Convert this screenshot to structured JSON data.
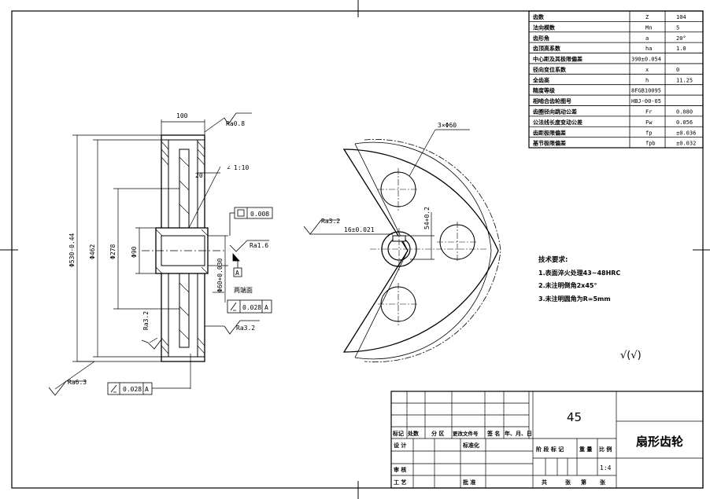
{
  "params": [
    {
      "name": "齿数",
      "sym": "Z",
      "val": "104"
    },
    {
      "name": "法向模数",
      "sym": "Mn",
      "val": "5"
    },
    {
      "name": "齿形角",
      "sym": "a",
      "val": "20°"
    },
    {
      "name": "齿顶高系数",
      "sym": "ha",
      "val": "1.0"
    },
    {
      "name": "中心距及其极限偏差",
      "sym": "390±0.054",
      "val": ""
    },
    {
      "name": "径向变位系数",
      "sym": "x",
      "val": "0"
    },
    {
      "name": "全齿高",
      "sym": "h",
      "val": "11.25"
    },
    {
      "name": "精度等级",
      "sym": "8FGB10095",
      "val": ""
    },
    {
      "name": "相啮合齿轮图号",
      "sym": "HBJ-00-05",
      "val": ""
    },
    {
      "name": "齿圈径向跳动公差",
      "sym": "Fr",
      "val": "0.080"
    },
    {
      "name": "公法线长度变动公差",
      "sym": "Fw",
      "val": "0.056"
    },
    {
      "name": "齿距极限偏差",
      "sym": "fp",
      "val": "±0.036"
    },
    {
      "name": "基节极限偏差",
      "sym": "fpb",
      "val": "±0.032"
    }
  ],
  "section": {
    "width": "100",
    "ra_top": "Ra0.8",
    "taper": "1:10",
    "web": "20",
    "flat_tol": "0.008",
    "ra_bore": "Ra1.6",
    "datum": "A",
    "d_outer": "Φ530-0.44",
    "d_rim": "Φ462",
    "d_hub": "Φ278",
    "d_inner": "Φ90",
    "d_bore": "Φ60+0.030",
    "two_faces": "两端面",
    "runout1": "0.028",
    "runout_datum": "A",
    "ra_left": "Ra3.2",
    "ra_right": "Ra3.2",
    "ra_bottom": "Ra6.3",
    "runout2": "0.028"
  },
  "front": {
    "holes": "3×Φ60",
    "keyway": "16±0.021",
    "key_depth": "54+0.2",
    "ra": "Ra3.2"
  },
  "tech": {
    "title": "技术要求:",
    "items": [
      "1.表面淬火处理43~48HRC",
      "2.未注明倒角2x45°",
      "3.未注明圆角为R=5mm"
    ]
  },
  "rough_sym": "√(√)",
  "title_block": {
    "material": "45",
    "name": "扇形齿轮",
    "scale": "1:4",
    "labels": {
      "mark": "标记",
      "count": "处数",
      "zone": "分 区",
      "docno": "更改文件号",
      "sign": "签 名",
      "date": "年、月、日",
      "design": "设 计",
      "std": "标准化",
      "review": "审 核",
      "process": "工 艺",
      "approve": "批 准",
      "stage": "阶 段 标 记",
      "weight": "重 量",
      "ratio": "比 例",
      "total": "共",
      "sheets": "张",
      "nth": "第",
      "sheet2": "张"
    }
  }
}
